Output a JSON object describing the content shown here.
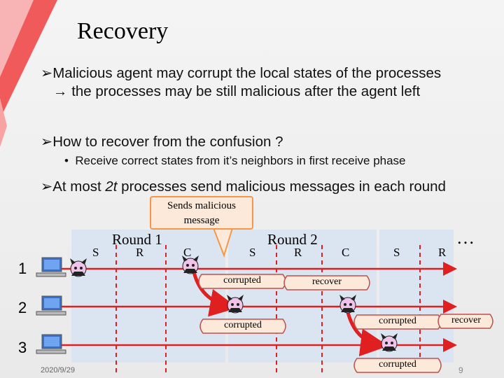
{
  "slide": {
    "title": "Recovery",
    "bullets": [
      "Malicious agent may corrupt the local states of the processes",
      "the processes may be still malicious after the agent left",
      "How to recover from the confusion ?"
    ],
    "sub_bullet": "Receive correct states from it’s neighbors in first receive phase",
    "bullet_math": {
      "prefix": "At most ",
      "expr": "2t",
      "suffix": " processes send malicious messages in each round"
    },
    "callout": "Sends malicious message",
    "rounds": [
      "Round 1",
      "Round 2"
    ],
    "phases": {
      "s": "S",
      "r": "R",
      "c": "C"
    },
    "ellipsis": "…",
    "process_numbers": [
      "1",
      "2",
      "3"
    ],
    "banners": {
      "corrupted": "corrupted",
      "recover": "recover"
    },
    "date": "2020/9/29",
    "page_number": "9"
  },
  "colors": {
    "accent": "#e02020",
    "band": "#dbe5f1",
    "callout_fill": "#fde9d9",
    "callout_border": "#f79646",
    "banner_fill": "#fde9d9"
  },
  "icons": [
    "computer-icon",
    "devil-agent-icon",
    "bullet-arrow-icon"
  ]
}
